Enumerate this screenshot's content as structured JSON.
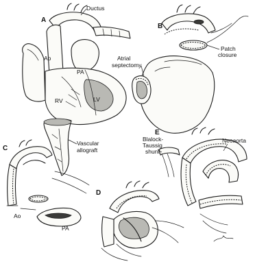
{
  "labels": {
    "panel_a": "A",
    "panel_b": "B",
    "panel_c": "C",
    "panel_d": "D",
    "panel_e": "E",
    "ductus": "Ductus",
    "ao_a": "Ao",
    "pa_a": "PA",
    "rv": "RV",
    "lv": "LV",
    "atrial_septectomy_1": "Atrial",
    "atrial_septectomy_2": "septectomy",
    "patch_closure_1": "Patch",
    "patch_closure_2": "closure",
    "vascular_allograft_1": "Vascular",
    "vascular_allograft_2": "allograft",
    "blalock_1": "Blalock-",
    "blalock_2": "Taussig",
    "blalock_3": "shunt",
    "neoaorta": "Neoaorta",
    "ao_c": "Ao",
    "pa_c": "PA"
  }
}
